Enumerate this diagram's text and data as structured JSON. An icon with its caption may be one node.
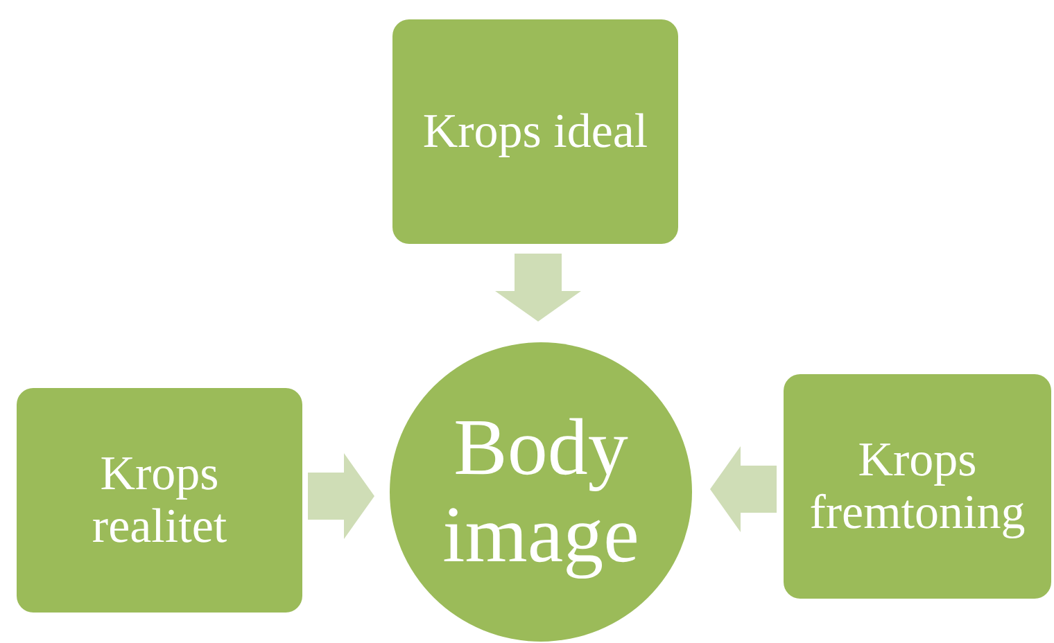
{
  "diagram": {
    "nodes": [
      {
        "text": [
          "Krops ideal"
        ]
      },
      {
        "text": [
          "Krops realitet"
        ]
      },
      {
        "text": [
          "Body image"
        ]
      },
      {
        "text": [
          "Krops fremtoning"
        ]
      }
    ],
    "edges": [
      {
        "from": 0,
        "to": 2,
        "arrow": "to"
      },
      {
        "from": 1,
        "to": 2,
        "arrow": "to"
      },
      {
        "from": 3,
        "to": 2,
        "arrow": "to"
      }
    ]
  }
}
